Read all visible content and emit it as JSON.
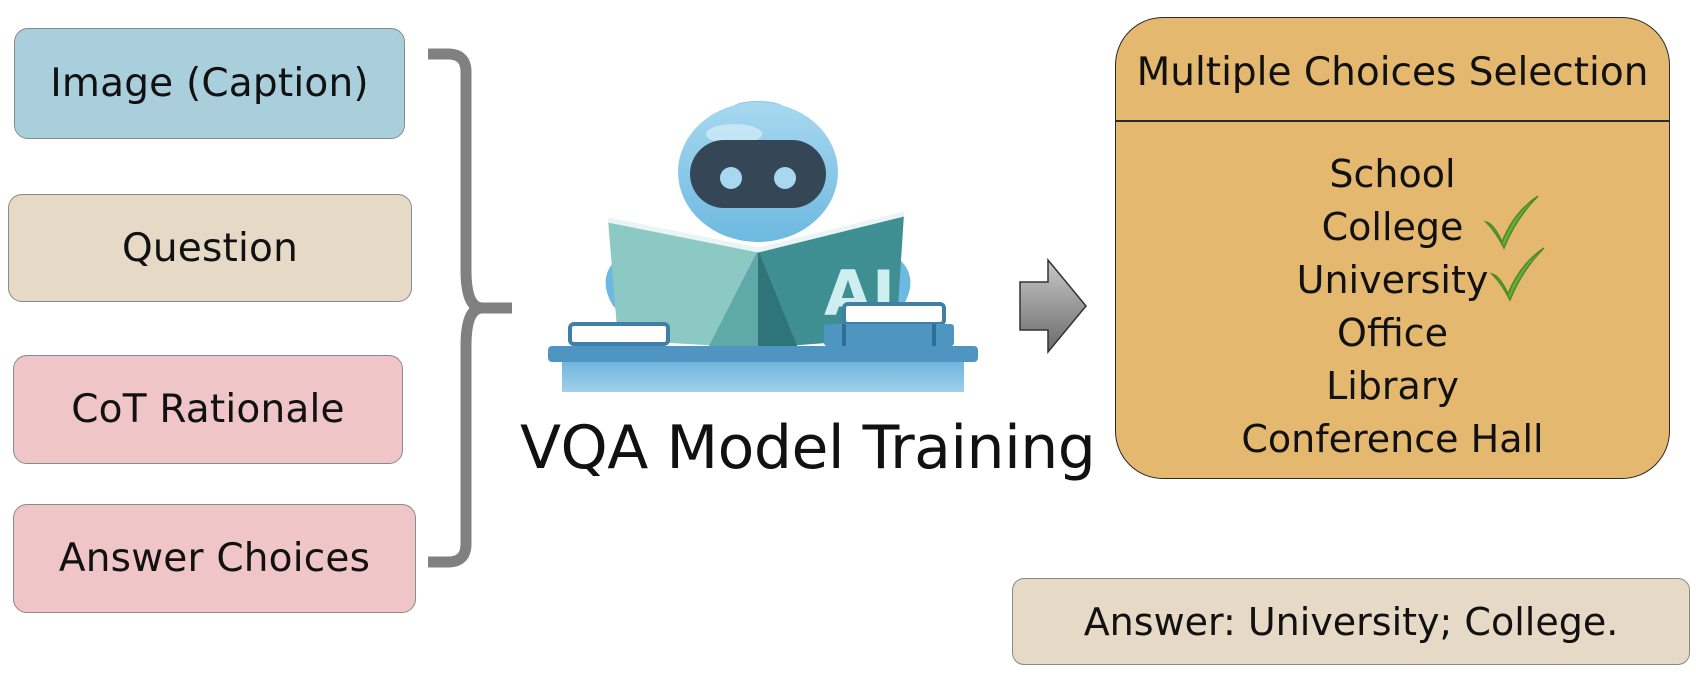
{
  "inputs": {
    "image_caption": "Image (Caption)",
    "question": "Question",
    "cot_rationale": "CoT Rationale",
    "answer_choices": "Answer Choices"
  },
  "model": {
    "title": "VQA Model Training",
    "book_text": "AI"
  },
  "selection": {
    "header": "Multiple Choices Selection",
    "options": [
      {
        "label": "School",
        "checked": false
      },
      {
        "label": "College",
        "checked": true
      },
      {
        "label": "University",
        "checked": true
      },
      {
        "label": "Office",
        "checked": false
      },
      {
        "label": "Library",
        "checked": false
      },
      {
        "label": "Conference Hall",
        "checked": false
      }
    ]
  },
  "answer": "Answer: University; College.",
  "colors": {
    "image_caption_box": "#a9cfdc",
    "question_box": "#e6d9c5",
    "cot_box": "#efc5c8",
    "answer_choices_box": "#efc5c8",
    "selection_panel": "#e4b96f",
    "answer_box": "#e6d9c5",
    "bracket": "#808080",
    "check": "#6aaa3c"
  }
}
